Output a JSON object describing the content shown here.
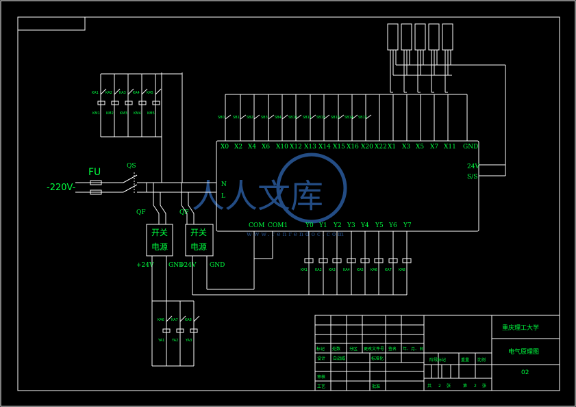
{
  "colors": {
    "background": "#000000",
    "wire": "#ffffff",
    "label": "#00ff40",
    "watermark": "#2a5a9c"
  },
  "supply": {
    "fuse": "FU",
    "breaker_qs": "QS",
    "voltage": "-220V-",
    "qf1": "QF",
    "qf2": "QF"
  },
  "psu": [
    {
      "line1": "开关",
      "line2": "电源",
      "out_left": "+24V",
      "out_right": ""
    },
    {
      "line1": "开关",
      "line2": "电源",
      "out_left": "GND",
      "out_right": "+24V"
    }
  ],
  "psu_gnd": "GND",
  "plc": {
    "power_in": [
      "N",
      "L"
    ],
    "supply_out": [
      "24V",
      "S/S"
    ],
    "inputs": [
      "X0",
      "X2",
      "X4",
      "X6",
      "X10",
      "X12",
      "X13",
      "X14",
      "X15",
      "X16",
      "X20",
      "X22",
      "X1",
      "X3",
      "X5",
      "X7",
      "X11",
      "GND"
    ],
    "common": [
      "COM",
      "COM1"
    ],
    "outputs": [
      "Y0",
      "Y1",
      "Y2",
      "Y3",
      "Y4",
      "Y5",
      "Y6",
      "Y7"
    ]
  },
  "top_relays": {
    "contacts": [
      "KA1",
      "KA2",
      "KA3",
      "KA4",
      "KA5"
    ],
    "coils": [
      "KM1",
      "KM2",
      "KM3",
      "KM4",
      "KM5"
    ]
  },
  "input_switches": [
    "SB0",
    "SB1",
    "SB2",
    "SB3",
    "SB4",
    "SB10",
    "SB11",
    "SB12",
    "SB13",
    "SB14",
    "SB15"
  ],
  "output_coils": [
    "KA1",
    "KA2",
    "KA3",
    "KA4",
    "KA5",
    "KA6",
    "KA7",
    "KA8"
  ],
  "lower_relays": {
    "contacts": [
      "KA6",
      "KA7",
      "KA8"
    ],
    "coils": [
      "YA1",
      "YA2",
      "YA3"
    ]
  },
  "watermark": {
    "text": "人人文库",
    "url": "www.renrendoc.com"
  },
  "title_block": {
    "school": "重庆理工大学",
    "drawing_title": "电气原理图",
    "drawing_no": "02",
    "row_labels": [
      "标记",
      "处数",
      "分区",
      "更改文件号",
      "签名",
      "年、月、日"
    ],
    "design": "设计",
    "designer": "白战威",
    "standard": "标准化",
    "review": "审核",
    "process": "工艺",
    "approve": "批准",
    "stage": "阶段标记",
    "weight": "重量",
    "scale": "比例",
    "sheets_total": "共",
    "sheets_total_n": "2",
    "sheets_unit": "张",
    "sheet_cur": "第",
    "sheet_cur_n": "2",
    "sheet_unit2": "张"
  }
}
